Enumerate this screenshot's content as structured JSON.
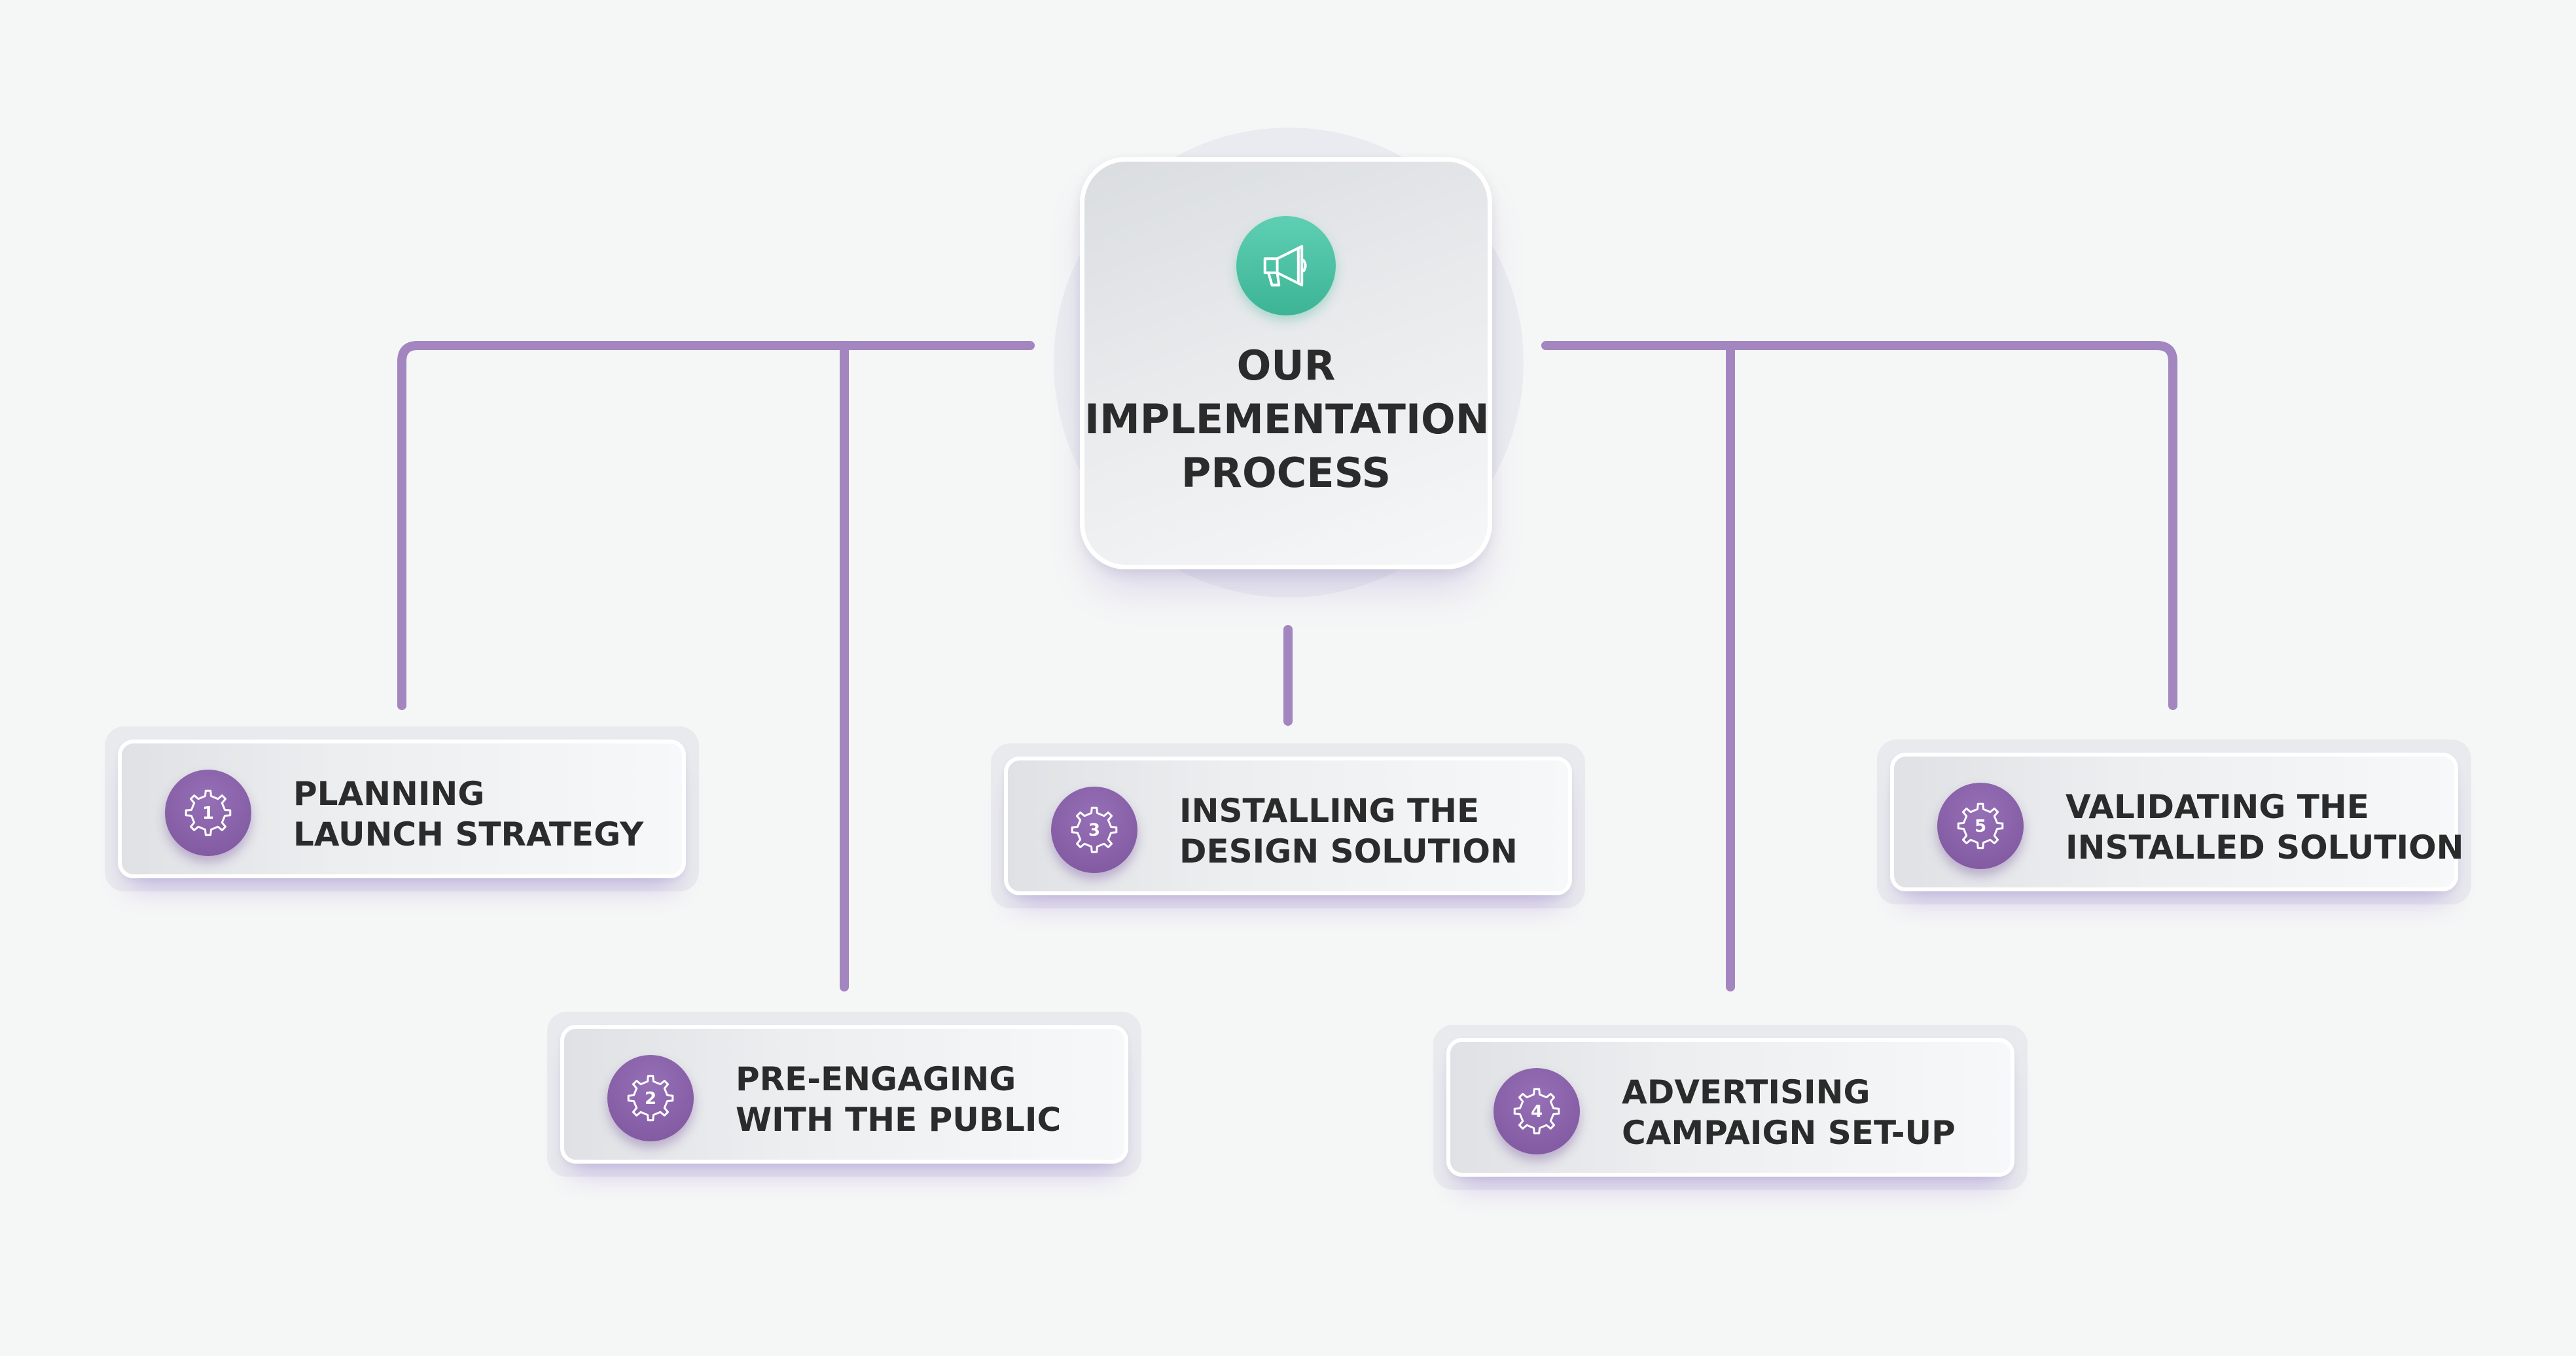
{
  "title": {
    "line1": "OUR",
    "line2": "IMPLEMENTATION",
    "line3": "PROCESS"
  },
  "colors": {
    "background": "#f5f6f6",
    "connector": "#a385bf",
    "step_icon": "#8460a6",
    "center_icon": "#48bfa1",
    "text": "#2b2b2b"
  },
  "center_icon": "megaphone-icon",
  "steps": [
    {
      "number": "1",
      "line1": "PLANNING",
      "line2": "LAUNCH STRATEGY",
      "icon": "gear-icon"
    },
    {
      "number": "2",
      "line1": "PRE-ENGAGING",
      "line2": "WITH THE PUBLIC",
      "icon": "gear-icon"
    },
    {
      "number": "3",
      "line1": "INSTALLING THE",
      "line2": "DESIGN SOLUTION",
      "icon": "gear-icon"
    },
    {
      "number": "4",
      "line1": "ADVERTISING",
      "line2": "CAMPAIGN SET-UP",
      "icon": "gear-icon"
    },
    {
      "number": "5",
      "line1": "VALIDATING THE",
      "line2": "INSTALLED SOLUTION",
      "icon": "gear-icon"
    }
  ]
}
